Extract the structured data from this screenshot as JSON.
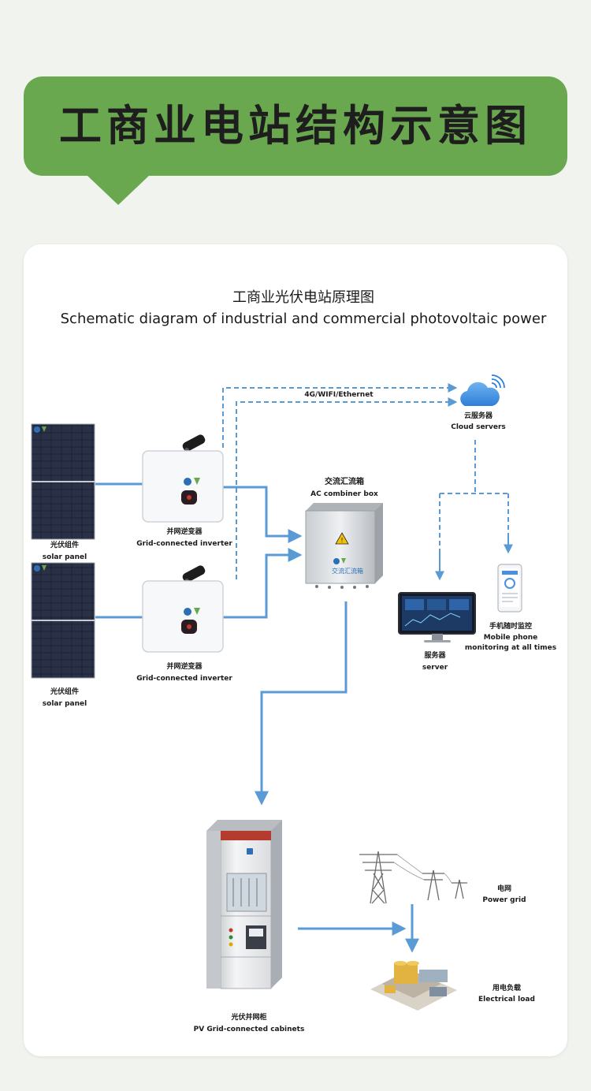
{
  "banner": {
    "title": "工商业电站结构示意图"
  },
  "diagram": {
    "title_cn": "工商业光伏电站原理图",
    "title_en": "Schematic diagram of industrial and commercial photovoltaic power",
    "network_label": "4G/WIFI/Ethernet",
    "cloud": {
      "cn": "云服务器",
      "en": "Cloud servers"
    },
    "combiner": {
      "cn": "交流汇流箱",
      "en": "AC combiner box",
      "device_text": "交流汇流箱"
    },
    "panel_1": {
      "cn": "光伏组件",
      "en": "solar panel"
    },
    "panel_2": {
      "cn": "光伏组件",
      "en": "solar panel"
    },
    "inverter_1": {
      "cn": "并网逆变器",
      "en": "Grid-connected inverter"
    },
    "inverter_2": {
      "cn": "并网逆变器",
      "en": "Grid-connected inverter"
    },
    "server": {
      "cn": "服务器",
      "en": "server"
    },
    "mobile": {
      "cn": "手机随时监控",
      "en_line1": "Mobile phone",
      "en_line2": "monitoring at all times"
    },
    "cabinet": {
      "cn": "光伏并网柜",
      "en": "PV Grid-connected cabinets"
    },
    "grid": {
      "cn": "电网",
      "en": "Power grid"
    },
    "load": {
      "cn": "用电负载",
      "en": "Electrical load"
    }
  },
  "colors": {
    "banner": "#6aa84f",
    "line": "#5b9bd5",
    "background": "#f1f3ee",
    "card": "#ffffff"
  }
}
